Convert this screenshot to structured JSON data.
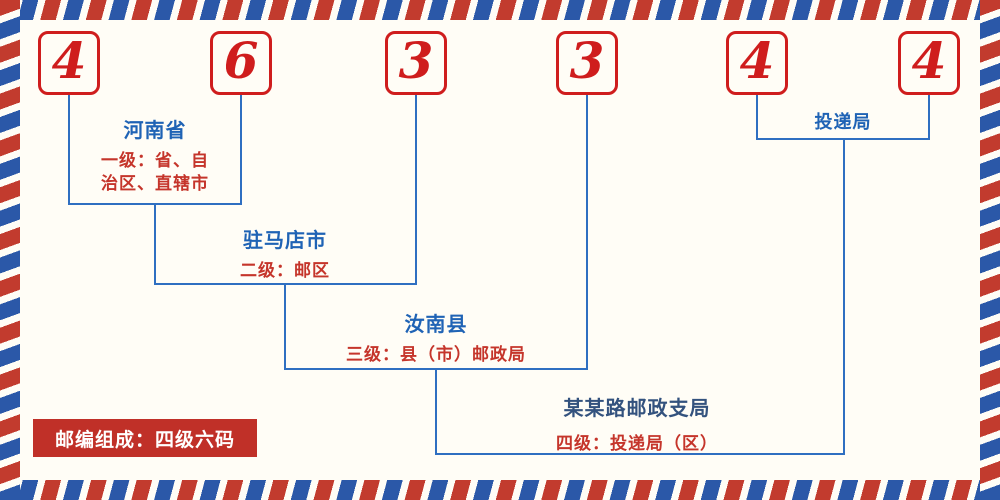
{
  "postal_code": {
    "digits": [
      "4",
      "6",
      "3",
      "3",
      "4",
      "4"
    ]
  },
  "levels": [
    {
      "name": "河南省",
      "desc": "一级：省、自\n治区、直辖市"
    },
    {
      "name": "驻马店市",
      "desc": "二级：邮区"
    },
    {
      "name": "汝南县",
      "desc": "三级：县（市）邮政局"
    },
    {
      "name": "某某路邮政支局",
      "desc": "四级：投递局（区）"
    }
  ],
  "delivery_office_label": "投递局",
  "footer": {
    "badge": "邮编组成：四级六码"
  },
  "colors": {
    "digit_red": "#cf1d1d",
    "line_blue": "#2f6fc1",
    "label_blue": "#1f63b5",
    "label_navy": "#33527e",
    "desc_red": "#c5352b",
    "badge_bg": "#c03028",
    "badge_text": "#ffffff",
    "stripe_red": "#c23b2e",
    "stripe_blue": "#2b58a8"
  }
}
